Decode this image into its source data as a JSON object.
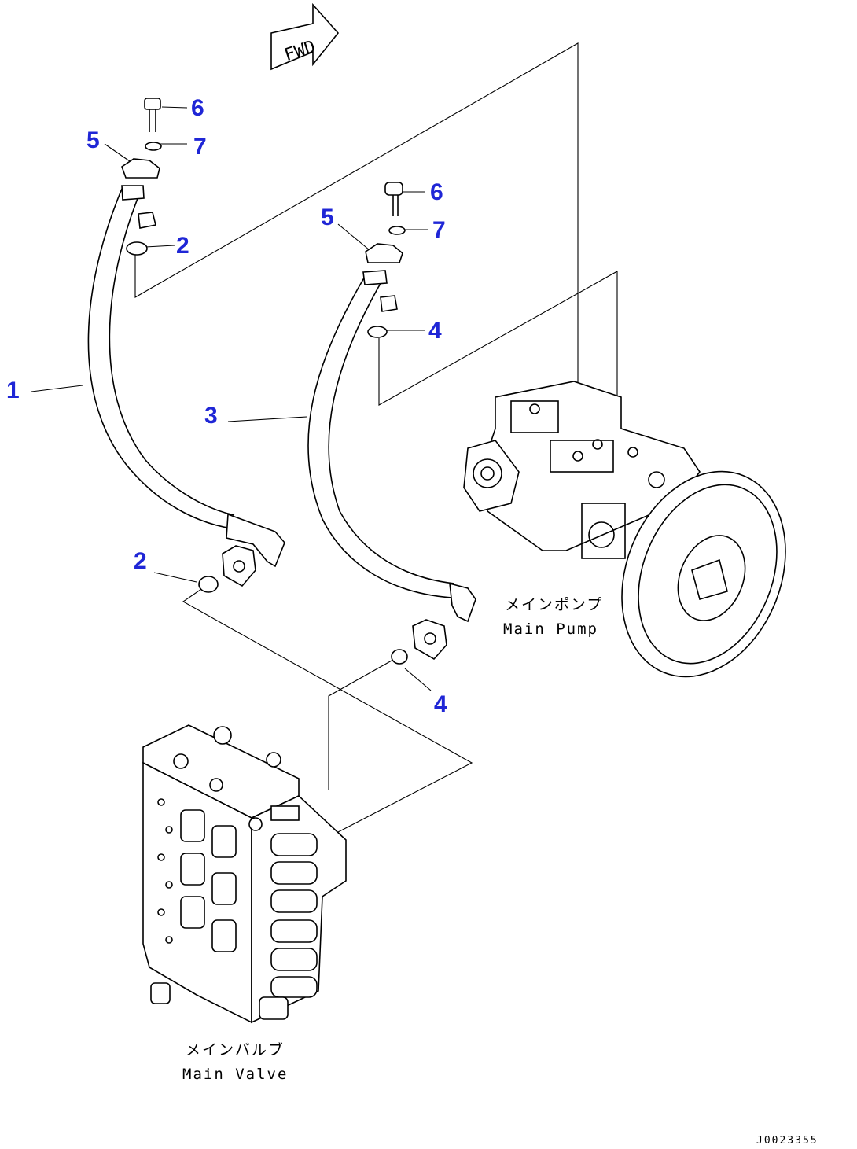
{
  "diagram": {
    "fwd_arrow_text": "FWD",
    "callouts": [
      {
        "id": "c1",
        "text": "1"
      },
      {
        "id": "c2a",
        "text": "2"
      },
      {
        "id": "c2b",
        "text": "2"
      },
      {
        "id": "c3",
        "text": "3"
      },
      {
        "id": "c4a",
        "text": "4"
      },
      {
        "id": "c4b",
        "text": "4"
      },
      {
        "id": "c5a",
        "text": "5"
      },
      {
        "id": "c5b",
        "text": "5"
      },
      {
        "id": "c6a",
        "text": "6"
      },
      {
        "id": "c6b",
        "text": "6"
      },
      {
        "id": "c7a",
        "text": "7"
      },
      {
        "id": "c7b",
        "text": "7"
      }
    ],
    "main_pump": {
      "label_jp": "メインポンプ",
      "label_en": "Main Pump"
    },
    "main_valve": {
      "label_jp": "メインバルブ",
      "label_en": "Main Valve"
    },
    "drawing_code": "J0023355",
    "colors": {
      "callout": "#1f26d6",
      "line": "#000000",
      "background": "#ffffff"
    }
  }
}
